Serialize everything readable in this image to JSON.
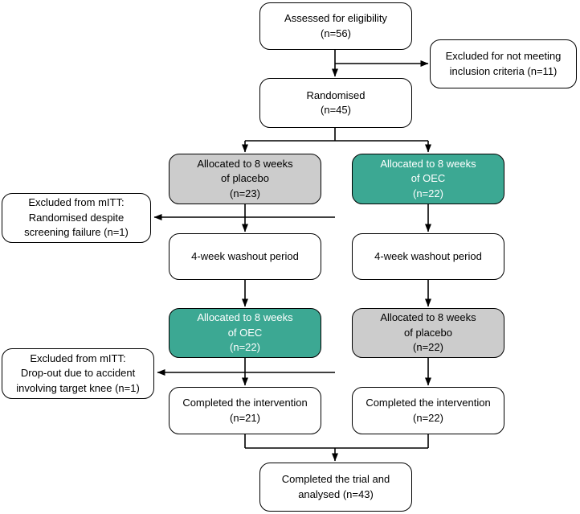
{
  "diagram": {
    "type": "consort-flowchart",
    "colors": {
      "oec_fill": "#3CA893",
      "oec_text": "#FFFFFF",
      "placebo_fill": "#CCCCCC",
      "box_border": "#000000",
      "background": "#FFFFFF",
      "default_text": "#000000"
    },
    "nodes": {
      "assessed": {
        "lines": [
          "Assessed for eligibility",
          "(n=56)"
        ]
      },
      "excluded_eligibility": {
        "lines": [
          "Excluded for not meeting",
          "inclusion criteria (n=11)"
        ]
      },
      "randomised": {
        "lines": [
          "Randomised",
          "(n=45)"
        ]
      },
      "alloc_placebo_first": {
        "lines": [
          "Allocated to 8 weeks",
          "of placebo",
          "(n=23)"
        ]
      },
      "alloc_oec_first": {
        "lines": [
          "Allocated to 8 weeks",
          "of OEC",
          "(n=22)"
        ]
      },
      "excluded_mitt_screening": {
        "lines": [
          "Excluded from mITT:",
          "Randomised despite",
          "screening failure (n=1)"
        ]
      },
      "washout_left": {
        "lines": [
          "4-week washout period"
        ]
      },
      "washout_right": {
        "lines": [
          "4-week washout period"
        ]
      },
      "alloc_oec_second": {
        "lines": [
          "Allocated to 8 weeks",
          "of OEC",
          "(n=22)"
        ]
      },
      "alloc_placebo_second": {
        "lines": [
          "Allocated to 8 weeks",
          "of placebo",
          "(n=22)"
        ]
      },
      "excluded_mitt_dropout": {
        "lines": [
          "Excluded from mITT:",
          "Drop-out due to accident",
          "involving target knee (n=1)"
        ]
      },
      "completed_left": {
        "lines": [
          "Completed the intervention",
          "(n=21)"
        ]
      },
      "completed_right": {
        "lines": [
          "Completed the intervention",
          "(n=22)"
        ]
      },
      "final_analysed": {
        "lines": [
          "Completed the trial and",
          "analysed (n=43)"
        ]
      }
    }
  }
}
